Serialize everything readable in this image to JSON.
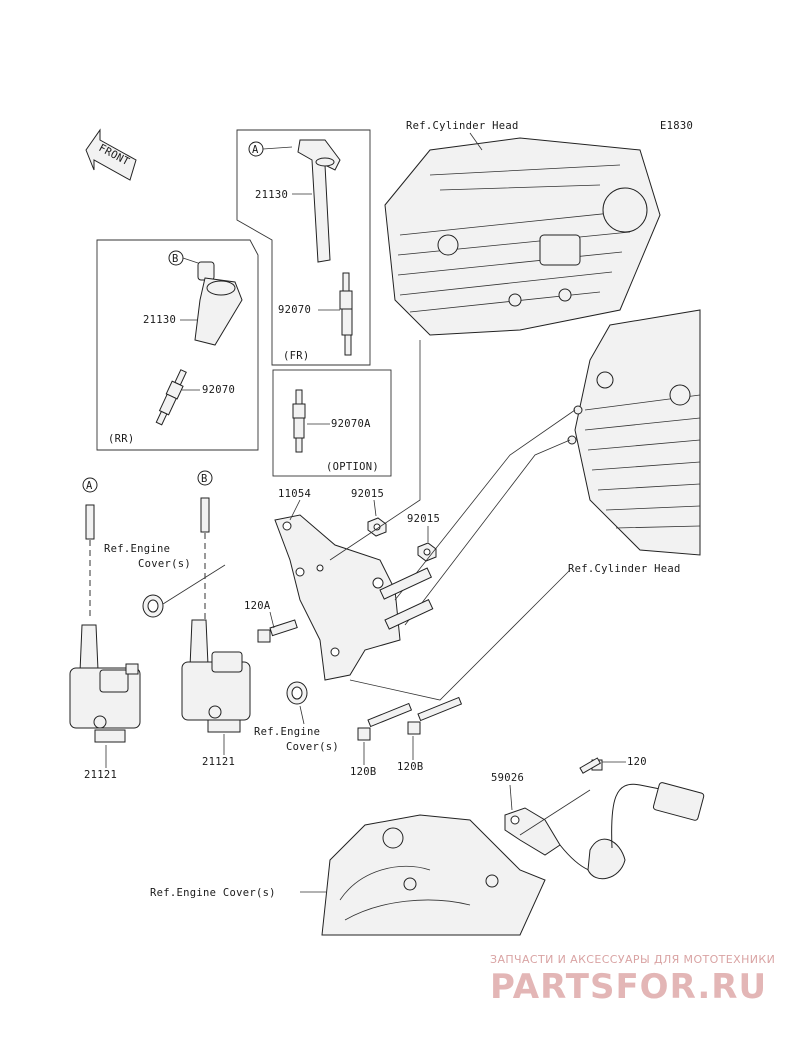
{
  "diagram_code": "E1830",
  "front_label": "FRONT",
  "callouts": {
    "a": "A",
    "b": "B"
  },
  "groups": {
    "fr": "(FR)",
    "rr": "(RR)",
    "option": "(OPTION)"
  },
  "part_numbers": {
    "cap_fr": "21130",
    "plug_fr": "92070",
    "cap_rr": "21130",
    "plug_rr": "92070",
    "plug_option": "92070A",
    "bracket": "11054",
    "nut_1": "92015",
    "nut_2": "92015",
    "bolt_a": "120A",
    "bolt_b1": "120B",
    "bolt_b2": "120B",
    "coil_left": "21121",
    "coil_right": "21121",
    "sensor": "59026",
    "sensor_bolt": "120"
  },
  "references": {
    "cyl_head_top": "Ref.Cylinder Head",
    "cyl_head_right": "Ref.Cylinder Head",
    "eng_cover_left_1": "Ref.Engine",
    "eng_cover_left_2": "Cover(s)",
    "eng_cover_mid_1": "Ref.Engine",
    "eng_cover_mid_2": "Cover(s)",
    "eng_cover_bottom": "Ref.Engine Cover(s)"
  },
  "watermark": {
    "tagline": "ЗАПЧАСТИ И АКСЕССУАРЫ ДЛЯ МОТОТЕХНИКИ",
    "brand": "PARTSFOR.RU",
    "color": "#e3b6b6"
  }
}
